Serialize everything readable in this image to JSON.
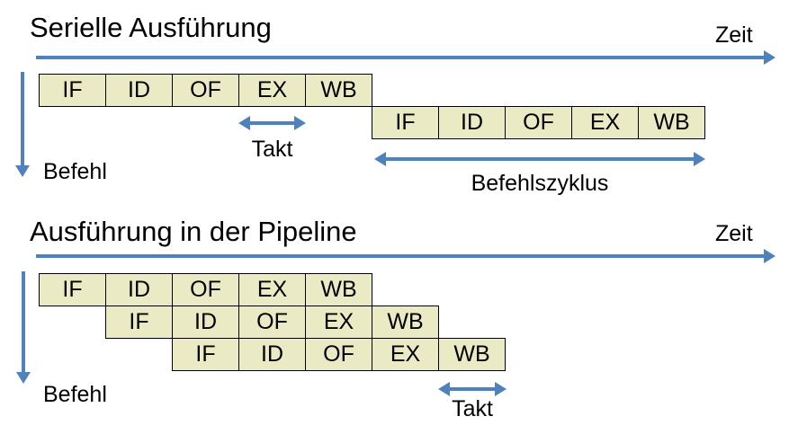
{
  "colors": {
    "box_fill": "#EAEBC4",
    "box_border": "#000000",
    "arrow_blue": "#4F81BD",
    "text": "#000000"
  },
  "serial": {
    "title": "Serielle Ausführung",
    "zeit_label": "Zeit",
    "befehl_label": "Befehl",
    "takt_label": "Takt",
    "befehlszyklus_label": "Befehlszyklus",
    "rows": [
      {
        "cells": [
          "IF",
          "ID",
          "OF",
          "EX",
          "WB"
        ]
      },
      {
        "cells": [
          "IF",
          "ID",
          "OF",
          "EX",
          "WB"
        ]
      }
    ]
  },
  "pipeline": {
    "title": "Ausführung in der Pipeline",
    "zeit_label": "Zeit",
    "befehl_label": "Befehl",
    "takt_label": "Takt",
    "rows": [
      {
        "cells": [
          "IF",
          "ID",
          "OF",
          "EX",
          "WB"
        ]
      },
      {
        "cells": [
          "IF",
          "ID",
          "OF",
          "EX",
          "WB"
        ]
      },
      {
        "cells": [
          "IF",
          "ID",
          "OF",
          "EX",
          "WB"
        ]
      }
    ]
  }
}
